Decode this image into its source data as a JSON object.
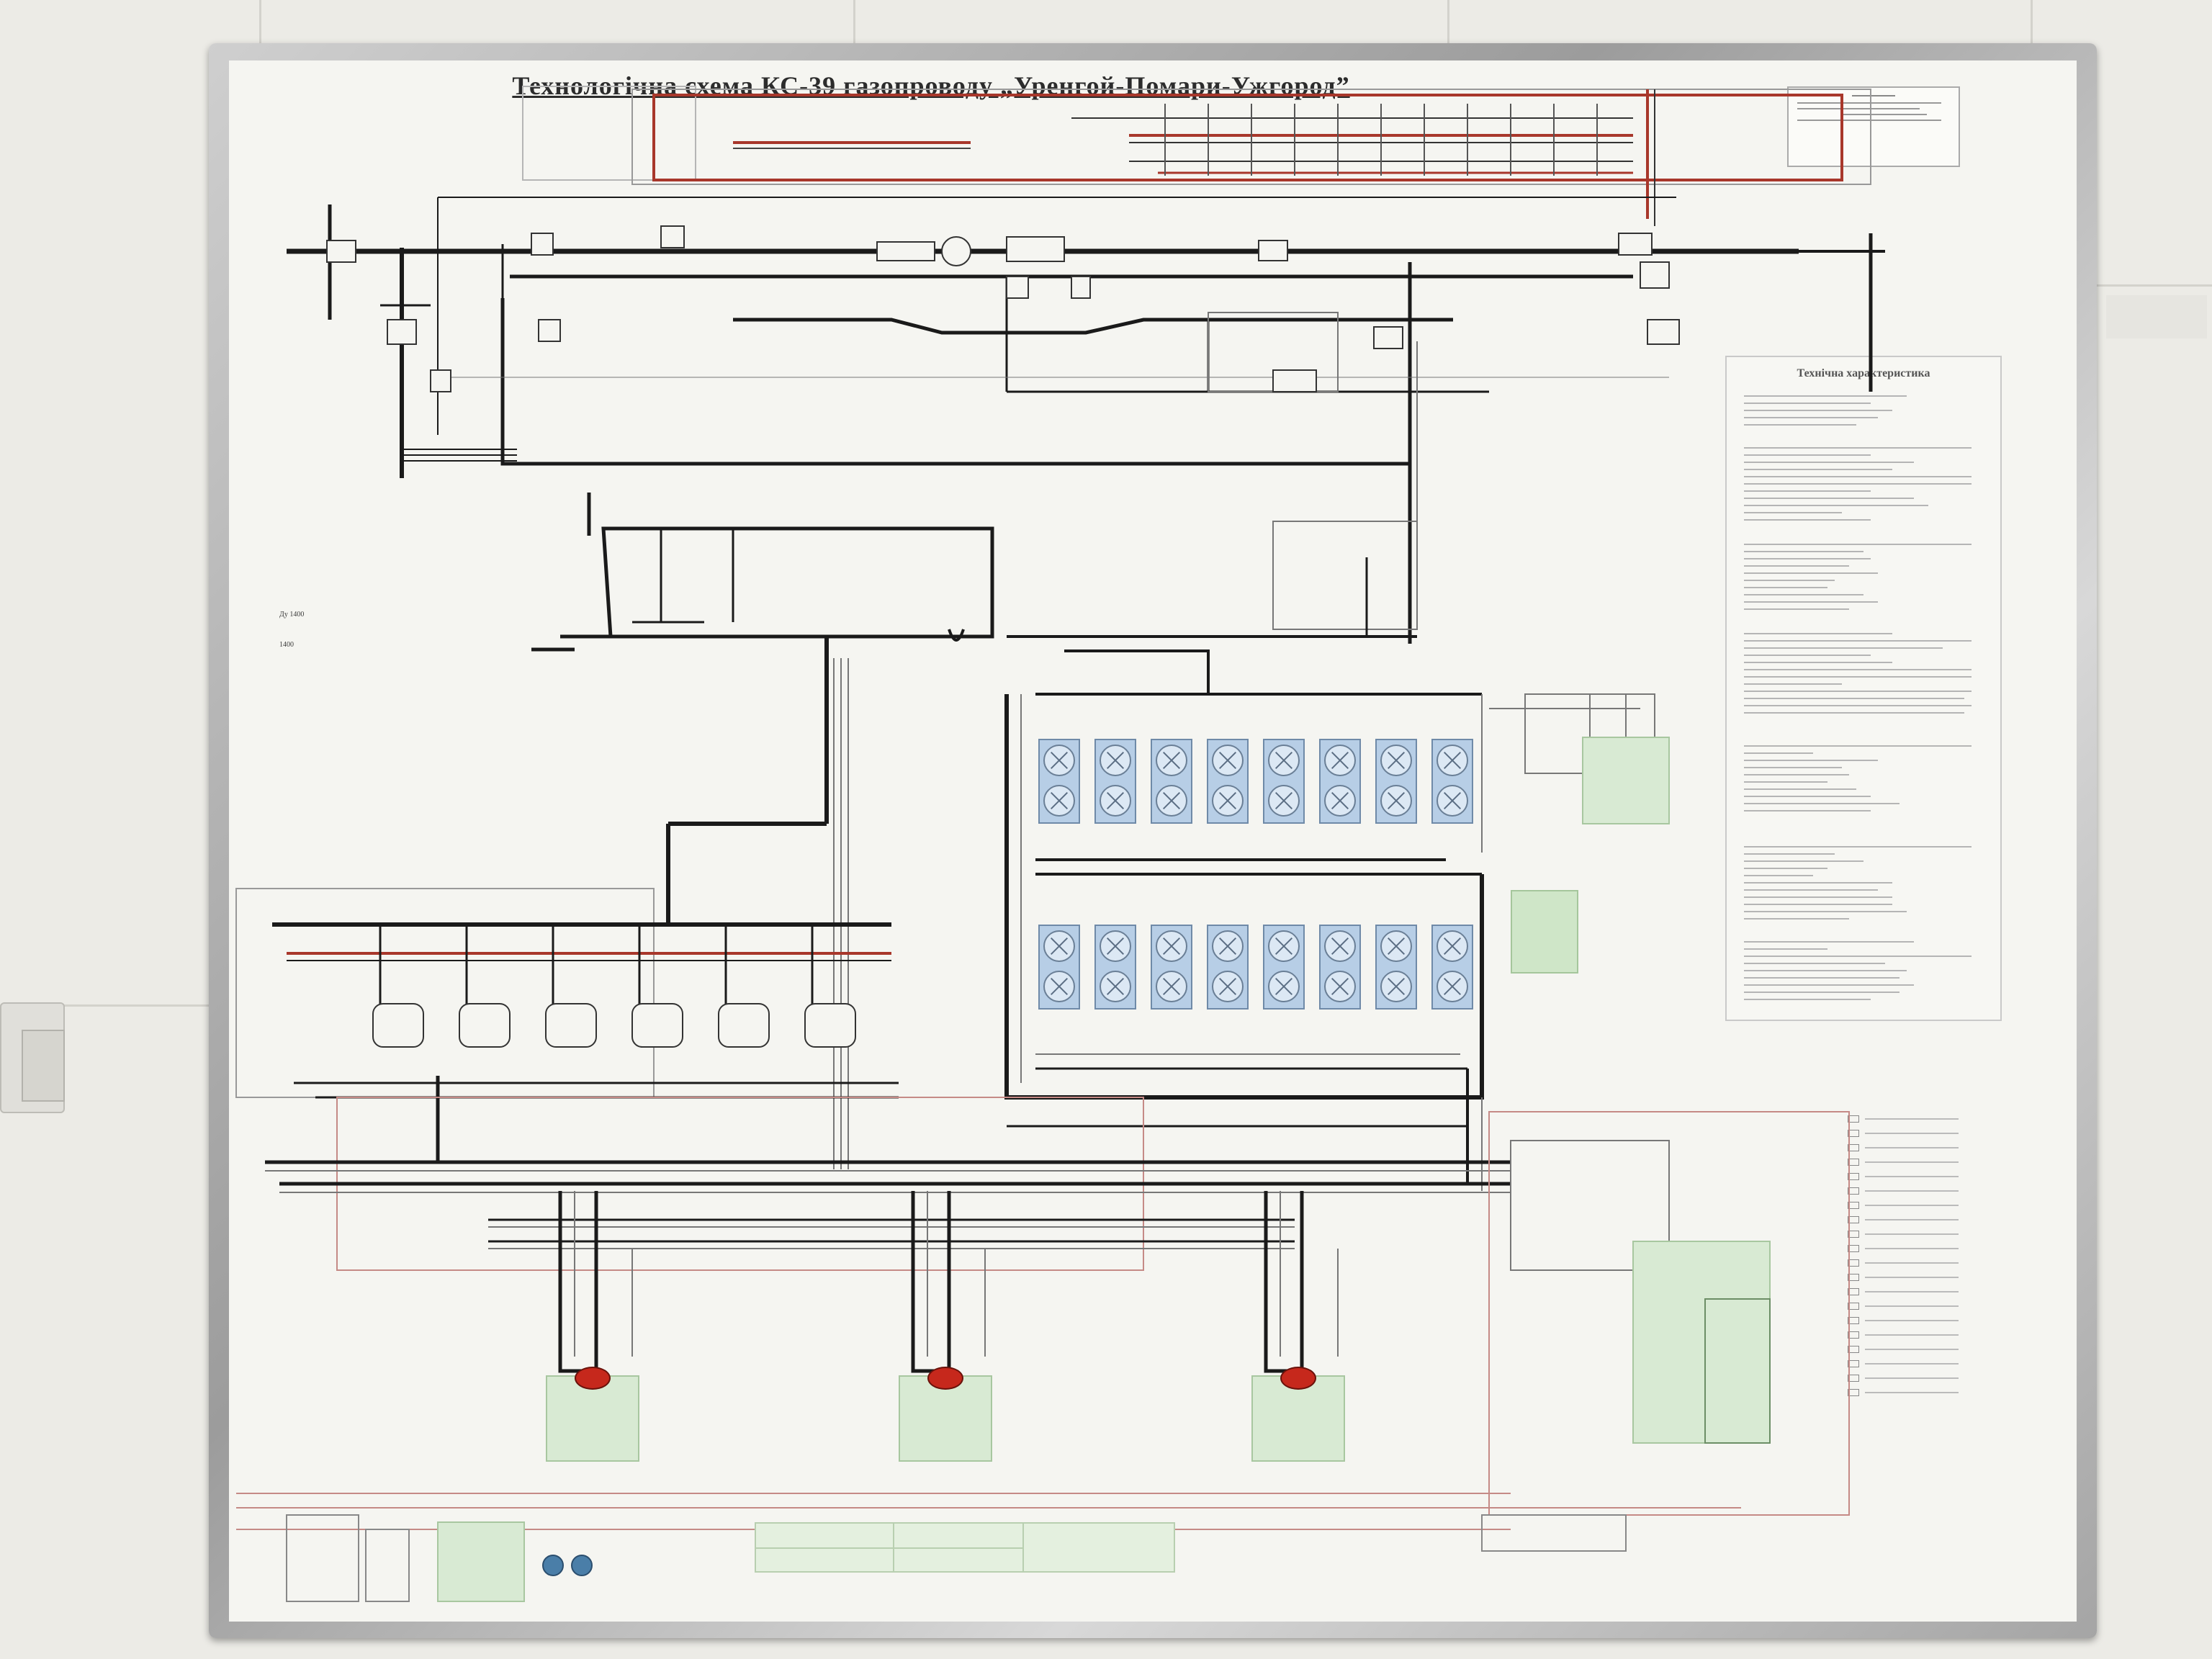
{
  "board": {
    "title": "Технологічна схема КС-39 газопроводу „Уренгой-Помари-Ужгород”"
  },
  "tech_panel": {
    "title": "Технічна характеристика"
  },
  "labels": {
    "kv_left": "Ду 1400",
    "kv_left2": "1400"
  },
  "colors": {
    "board": "#f5f5f1",
    "pipe_main": "#1a1a1a",
    "pipe_red": "#a8372b",
    "fan_blue": "#b7cee6",
    "gcu_green": "#d8ead3"
  }
}
